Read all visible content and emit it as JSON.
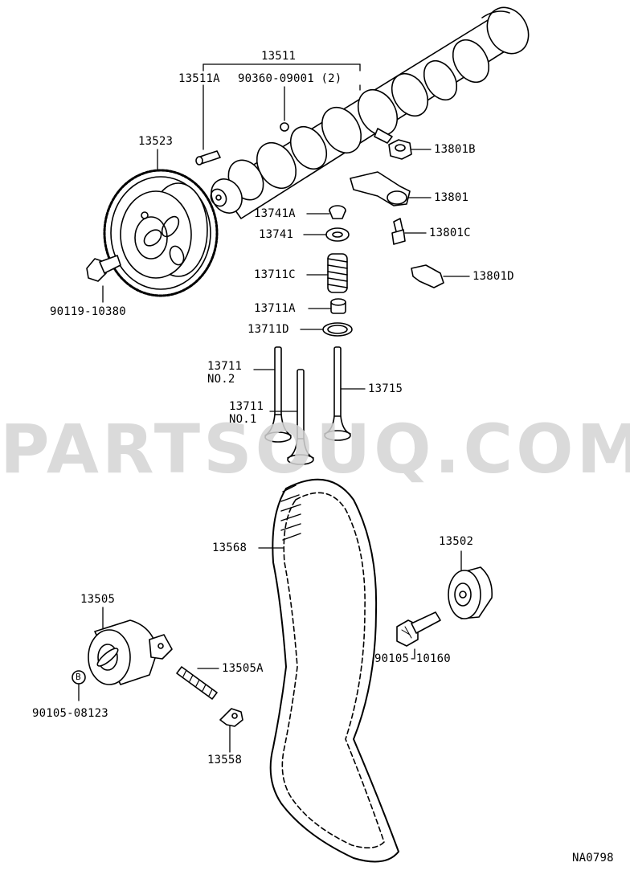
{
  "watermark": "PARTSOUQ.COM",
  "diagram_code": "NA0798",
  "colors": {
    "line": "#000000",
    "watermark": "#d4d4d4"
  },
  "parts": {
    "camshaft": "13511",
    "knock_pin": "13511A",
    "plug": "90360-09001 (2)",
    "cam_pulley": "13523",
    "pulley_bolt": "90119-10380",
    "rocker_nut": "13801B",
    "rocker_arm": "13801",
    "rocker_screw": "13801C",
    "rocker_spring": "13801D",
    "spring_retainer_lock": "13741A",
    "spring_retainer": "13741",
    "valve_spring": "13711C",
    "stem_oil_seal": "13711A",
    "spring_seat": "13711D",
    "intake_valve_no2": "13711\nNO.2",
    "intake_valve_no1": "13711\nNO.1",
    "exhaust_valve": "13715",
    "timing_belt": "13568",
    "idler_pulley": "13502",
    "idler_bolt": "90105-10160",
    "tensioner": "13505",
    "tensioner_spring": "13505A",
    "tensioner_bolt": "90105-08123",
    "tensioner_bolt_mark": "B",
    "spring_bracket": "13558"
  }
}
